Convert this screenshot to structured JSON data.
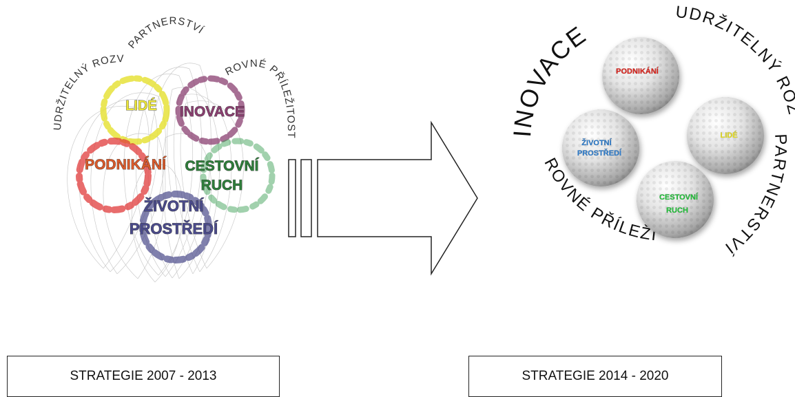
{
  "left_diagram": {
    "arc_labels": {
      "sustainable": "UDRŽITELNÝ ROZVOJ",
      "partnership": "PARTNERSTVÍ",
      "equal": "ROVNÉ PŘÍLEŽITOSTI"
    },
    "blobs": {
      "people": "LIDÉ",
      "innovation": "INOVACE",
      "business": "PODNIKÁNÍ",
      "tourism_1": "CESTOVNÍ",
      "tourism_2": "RUCH",
      "environment_1": "ŽIVOTNÍ",
      "environment_2": "PROSTŘEDÍ"
    },
    "colors": {
      "people": "#e6e23a",
      "innovation": "#8a3f70",
      "business": "#d95a2b",
      "tourism": "#2e7d3a",
      "environment": "#4a4a8a"
    }
  },
  "right_diagram": {
    "ring_labels": {
      "innovation": "INOVACE",
      "sustainable": "UDRŽITELNÝ ROZVOJ",
      "partnership": "PARTNERSTVÍ",
      "equal": "ROVNÉ PŘÍLEŽITOSTI"
    },
    "balls": {
      "business": "PODNIKÁNÍ",
      "people": "LIDÉ",
      "environment_1": "ŽIVOTNÍ",
      "environment_2": "PROSTŘEDÍ",
      "tourism_1": "CESTOVNÍ",
      "tourism_2": "RUCH"
    },
    "colors": {
      "business": "#e0231c",
      "people": "#e8e020",
      "environment": "#2f7fd0",
      "tourism": "#22c43a"
    }
  },
  "captions": {
    "left": "STRATEGIE 2007 - 2013",
    "right": "STRATEGIE 2014 - 2020"
  }
}
